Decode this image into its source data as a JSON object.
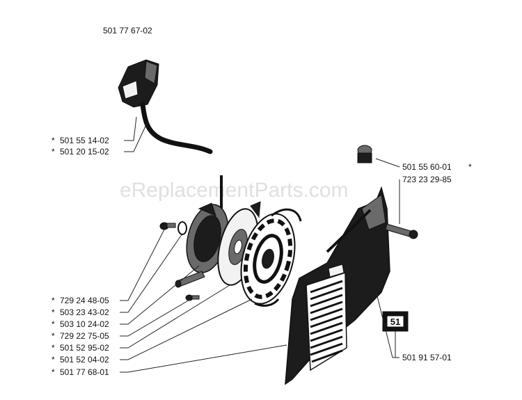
{
  "diagram": {
    "top_part_number": "501 77 67-02",
    "watermark": "eReplacementParts.com",
    "badge_text": "51",
    "left_labels": [
      {
        "prefix": "*",
        "code": "501 55 14-02"
      },
      {
        "prefix": "*",
        "code": "501 20 15-02"
      }
    ],
    "bottom_left_labels": [
      {
        "prefix": "*",
        "code": "729 24 48-05"
      },
      {
        "prefix": "*",
        "code": "503 23 43-02"
      },
      {
        "prefix": "*",
        "code": "503 10 24-02"
      },
      {
        "prefix": "*",
        "code": "729 22 75-05"
      },
      {
        "prefix": "*",
        "code": "501 52 95-02"
      },
      {
        "prefix": "*",
        "code": "501 52 04-02"
      },
      {
        "prefix": "*",
        "code": "501 77 68-01"
      }
    ],
    "right_labels": [
      {
        "code": "501 55 60-01",
        "suffix": "*"
      },
      {
        "code": "723 23 29-85",
        "suffix": ""
      },
      {
        "code": "501 91 57-01",
        "suffix": ""
      }
    ]
  }
}
